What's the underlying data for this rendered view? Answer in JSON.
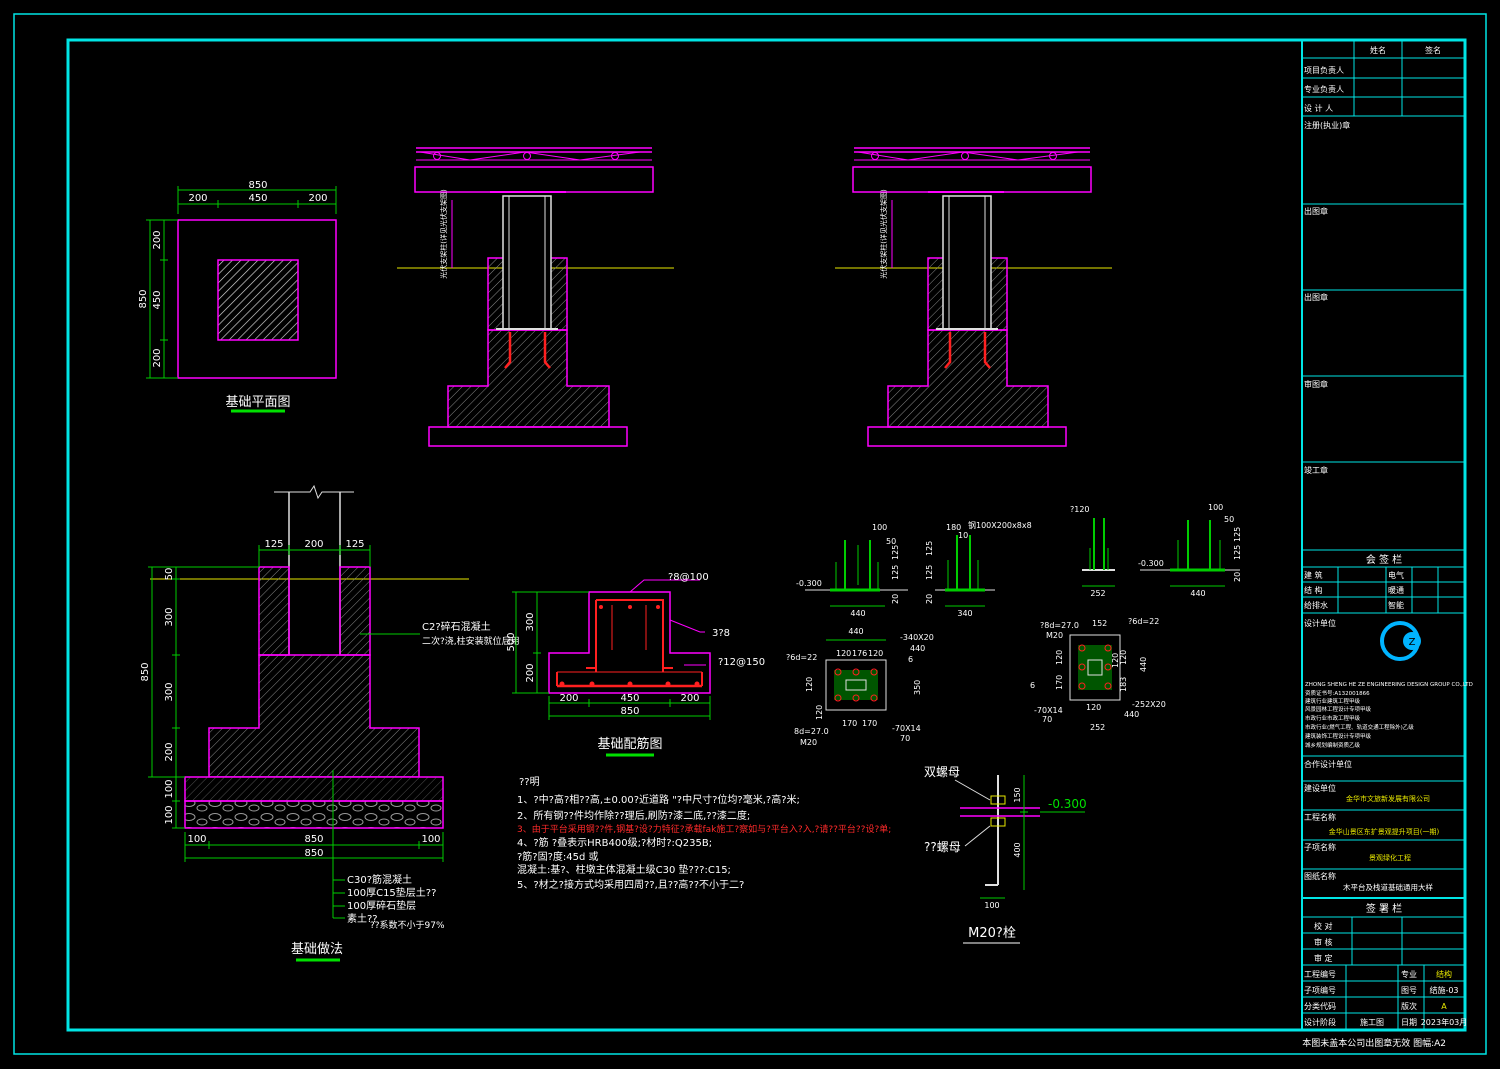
{
  "colors": {
    "frame": "#00e5e5",
    "concrete": "#ff00ff",
    "steel": "#e0e0e0",
    "rebar": "#ff2020",
    "anchor": "#00cc00",
    "grade": "#e8e800",
    "text": "#ffffff",
    "note_red": "#ff2a2a",
    "title_green": "#00e000"
  },
  "plan": {
    "title": "基础平面图",
    "top_total": "850",
    "top_dims": [
      "200",
      "450",
      "200"
    ],
    "left_total": "850",
    "left_dims": [
      "200",
      "450",
      "200"
    ]
  },
  "section_left": {
    "vertical_label": "光伏支架柱(详见光伏支架图)"
  },
  "section_right": {
    "vertical_label": "光伏支架柱(详见光伏支架图)"
  },
  "foundation": {
    "title": "基础做法",
    "top_dims": [
      "125",
      "200",
      "125"
    ],
    "left_total": "850",
    "left_dims": [
      "50",
      "300",
      "300",
      "200",
      "100",
      "100"
    ],
    "bottom_dims": [
      "100",
      "850",
      "100"
    ],
    "bottom_total": "850",
    "grout_note_1": "C2?碎石混凝土",
    "grout_note_2": "二次?浇,柱安装就位后用",
    "layers": [
      "C30?筋混凝土",
      "100厚C15垫层土??",
      "100厚碎石垫层",
      "素土??",
      "??系数不小于97%"
    ]
  },
  "reinforcement": {
    "title": "基础配筋图",
    "stirrup": "?8@100",
    "long_bar": "3?8",
    "bottom_bar": "?12@150",
    "left_total": "500",
    "left_dims": [
      "300",
      "200"
    ],
    "bottom_dims": [
      "200",
      "450",
      "200"
    ],
    "bottom_total": "850"
  },
  "notes": {
    "heading": "??明",
    "lines": [
      "1、?中?高?相??高,±0.00?近道路 \"?中尺寸?位均?毫米,?高?米;",
      "2、所有钢??件均作除??理后,刷防?漆二底,??漆二度;",
      "3、由于平台采用钢??件,钢基?设?力特征?承载fak施工?察如与?平台入?入,?请??平台??设?单;",
      "4、?筋 ?叠表示HRB400级;?材时?:Q235B;",
      "?筋?固?度:45d 或",
      "混凝土:基?、柱墩主体混凝土级C30 垫???:C15;",
      "5、?材之?接方式均采用四周??,且??高??不小于二?"
    ]
  },
  "bolt": {
    "title": "M20?栓",
    "double_nut": "双螺母",
    "nut": "??螺母",
    "elevation": "-0.300",
    "dims": [
      "150",
      "400",
      "100"
    ]
  },
  "base_a": {
    "top": [
      "100",
      "50"
    ],
    "left": "-0.300",
    "side": [
      "125",
      "125",
      "20"
    ],
    "bottom": "440",
    "plan_dims": [
      "440",
      "120",
      "176",
      "120",
      "170",
      "170",
      "70"
    ],
    "plan_labels": [
      "?6d=22",
      "-340X20",
      "440",
      "6",
      "-70X14",
      "70",
      "120",
      "120",
      "350",
      "8d=27.0",
      "M20"
    ]
  },
  "base_b": {
    "top": [
      "180",
      "10"
    ],
    "label": "钢100X200x8x8",
    "side": [
      "125",
      "125",
      "20"
    ],
    "bottom": "340"
  },
  "base_c": {
    "top": "?120",
    "bottom": "252"
  },
  "base_d": {
    "top": [
      "100",
      "50"
    ],
    "left": "-0.300",
    "side": [
      "125",
      "125",
      "20"
    ],
    "bottom": "440"
  },
  "base_e": {
    "plan_dims": [
      "152",
      "120",
      "120",
      "170",
      "440",
      "120",
      "252"
    ],
    "plan_labels": [
      "?6d=22",
      "?8d=27.0",
      "M20",
      "6",
      "-70X14",
      "70",
      "-252X20",
      "440",
      "183",
      "120"
    ]
  },
  "title_block": {
    "col_name": "姓名",
    "col_sign": "签名",
    "roles": [
      "项目负责人",
      "专业负责人",
      "设 计 人"
    ],
    "seal_1": "注册(执业)章",
    "seal_2": "出图章",
    "seal_3": "出图章",
    "seal_4": "审图章",
    "seal_5": "竣工章",
    "countersign": "会 签 栏",
    "cs_rows": [
      [
        "建 筑",
        "电气"
      ],
      [
        "结 构",
        "暖通"
      ],
      [
        "给排水",
        "智能"
      ]
    ],
    "design_unit": "设计单位",
    "company_en": "ZHONG SHENG HE ZE ENGINEERING DESIGN GROUP CO.,LTD",
    "cert_lines": [
      "资质证书号:A132001866",
      "建筑行业建筑工程甲级",
      "风景园林工程设计专项甲级",
      "市政行业市政工程甲级",
      "市政行业(燃气工程、轨道交通工程除外)乙级",
      "建筑装饰工程设计专项甲级",
      "城乡规划编制资质乙级"
    ],
    "coop_unit": "合作设计单位",
    "owner_label": "建设单位",
    "owner": "金华市文旅新发展有限公司",
    "project_label": "工程名称",
    "project": "金华山景区东扩景观提升项目(一期)",
    "sub_label": "子项名称",
    "sub": "景观绿化工程",
    "drawing_label": "图纸名称",
    "drawing": "木平台及栈道基础通用大样",
    "sign_title": "签 署 栏",
    "sign_rows": [
      "校 对",
      "审 核",
      "审 定"
    ],
    "info": [
      [
        "工程编号",
        "",
        "专业",
        "结构"
      ],
      [
        "子项编号",
        "",
        "图号",
        "结施-03"
      ],
      [
        "分类代码",
        "",
        "版次",
        "A"
      ],
      [
        "设计阶段",
        "施工图",
        "日期",
        "2023年03月"
      ]
    ]
  },
  "footer": "本图未盖本公司出图章无效   图幅:A2"
}
